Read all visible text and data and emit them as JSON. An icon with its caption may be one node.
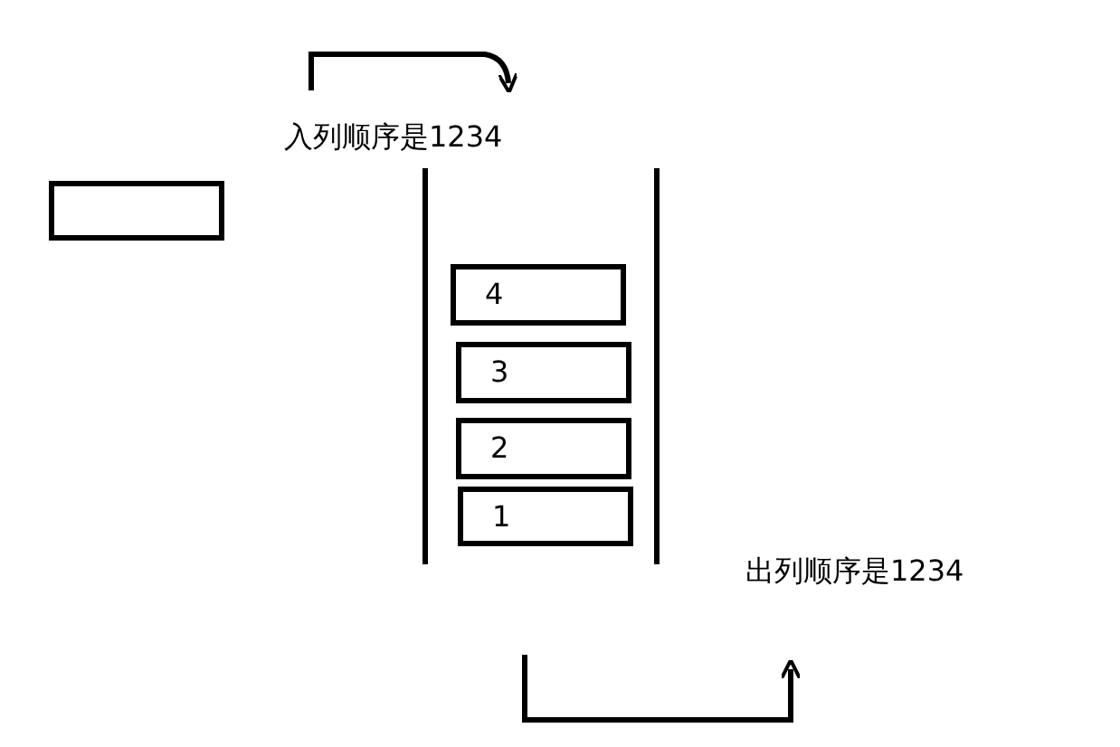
{
  "diagram": {
    "nodes": [
      {
        "text": [],
        "shape": "box"
      },
      {
        "text": [
          "4"
        ]
      },
      {
        "text": [
          "3"
        ]
      },
      {
        "text": [
          "2"
        ]
      },
      {
        "text": [
          "1"
        ]
      }
    ],
    "labels": [
      "入列顺序是1234",
      "出列顺序是1234"
    ]
  }
}
